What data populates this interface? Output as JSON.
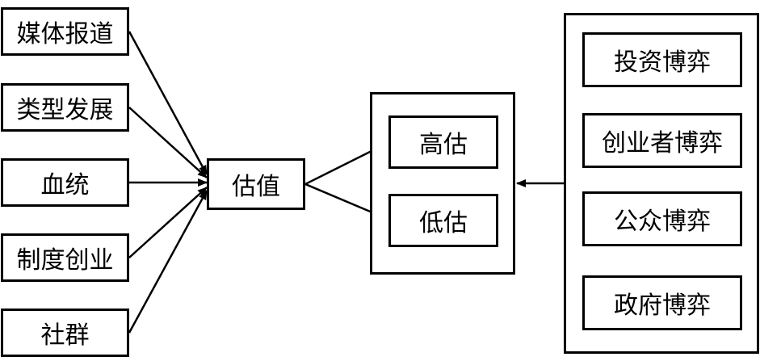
{
  "left_factors": [
    {
      "label": "媒体报道"
    },
    {
      "label": "类型发展"
    },
    {
      "label": "血统"
    },
    {
      "label": "制度创业"
    },
    {
      "label": "社群"
    }
  ],
  "center": {
    "label": "估值"
  },
  "outcomes": [
    {
      "label": "高估"
    },
    {
      "label": "低估"
    }
  ],
  "games": [
    {
      "label": "投资博弈"
    },
    {
      "label": "创业者博弈"
    },
    {
      "label": "公众博弈"
    },
    {
      "label": "政府博弈"
    }
  ]
}
